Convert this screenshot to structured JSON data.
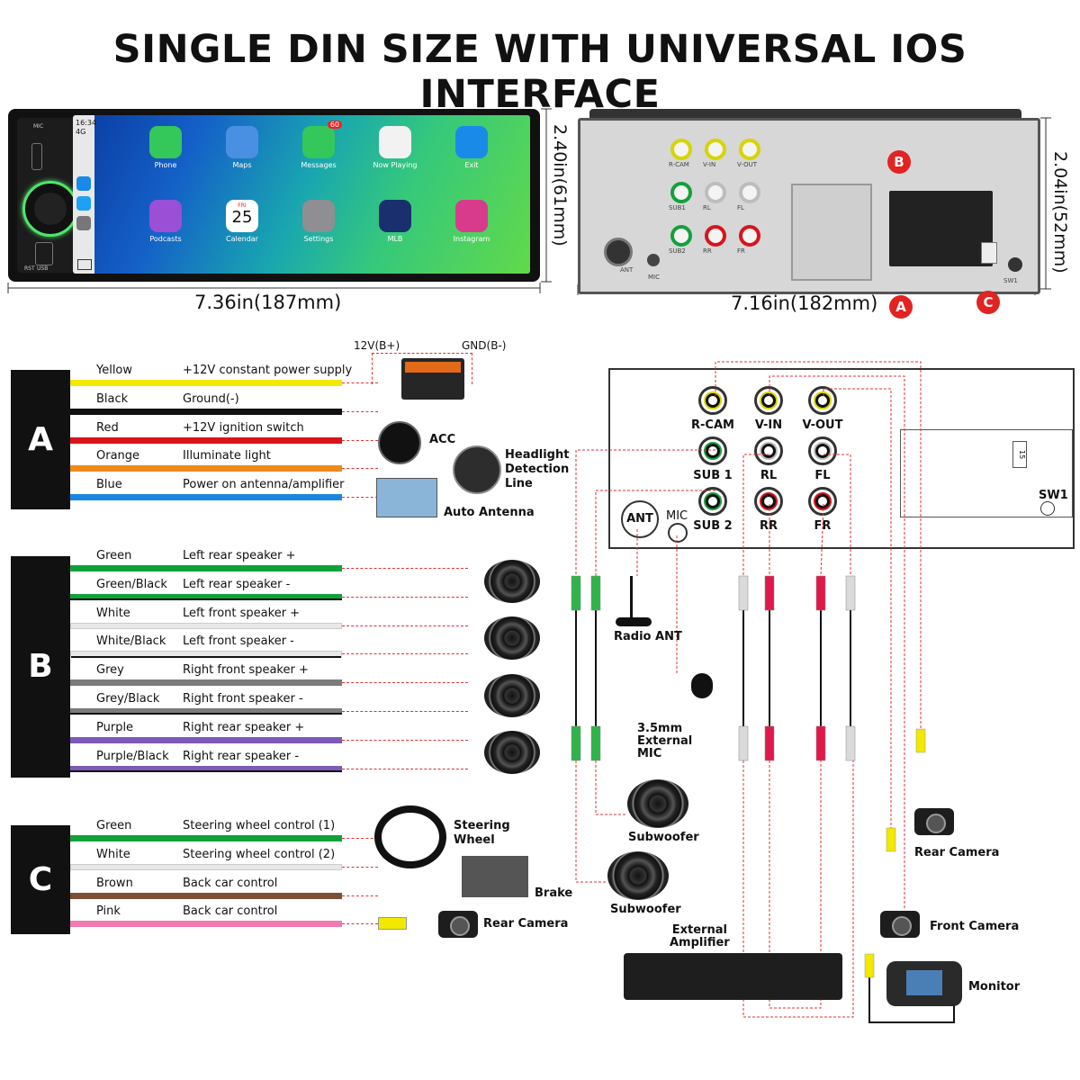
{
  "title": "SINGLE DIN SIZE WITH UNIVERSAL IOS INTERFACE",
  "front": {
    "width": "7.36in(187mm)",
    "height": "2.40in(61mm)",
    "time": "16:34",
    "signal": "4G",
    "apps": [
      "Phone",
      "Maps",
      "Messages",
      "Now Playing",
      "Exit",
      "Podcasts",
      "Calendar",
      "Settings",
      "MLB",
      "Instagram"
    ],
    "messages_badge": "60",
    "calendar_day": "FRI",
    "calendar_date": "25",
    "mic_label": "MIC",
    "rst_label": "RST",
    "usb_label": "USB"
  },
  "back": {
    "width": "7.16in(182mm)",
    "height": "2.04in(52mm)",
    "markers": [
      "A",
      "B",
      "C"
    ],
    "labels": [
      "R-CAM",
      "V-IN",
      "V-OUT",
      "SUB1",
      "RL",
      "FL",
      "SUB2",
      "RR",
      "FR",
      "ANT",
      "MIC",
      "SW1"
    ]
  },
  "battery": {
    "plus": "12V(B+)",
    "minus": "GND(B-)"
  },
  "groups": [
    {
      "id": "A",
      "wires": [
        {
          "color": "Yellow",
          "desc": "+12V constant power supply",
          "hex": "#f2e800"
        },
        {
          "color": "Black",
          "desc": "Ground(-)",
          "hex": "#111111"
        },
        {
          "color": "Red",
          "desc": "+12V ignition switch",
          "hex": "#d8141b"
        },
        {
          "color": "Orange",
          "desc": "Illuminate light",
          "hex": "#ee8a1a"
        },
        {
          "color": "Blue",
          "desc": "Power on antenna/amplifier",
          "hex": "#1a86e3"
        }
      ]
    },
    {
      "id": "B",
      "wires": [
        {
          "color": "Green",
          "desc": "Left rear speaker +",
          "hex": "#11a13a"
        },
        {
          "color": "Green/Black",
          "desc": "Left rear speaker -",
          "hex": "#11a13a"
        },
        {
          "color": "White",
          "desc": "Left front speaker +",
          "hex": "#e8e8e8"
        },
        {
          "color": "White/Black",
          "desc": "Left front speaker -",
          "hex": "#e8e8e8"
        },
        {
          "color": "Grey",
          "desc": "Right front speaker +",
          "hex": "#7b7b7b"
        },
        {
          "color": "Grey/Black",
          "desc": "Right front speaker -",
          "hex": "#7b7b7b"
        },
        {
          "color": "Purple",
          "desc": "Right rear speaker +",
          "hex": "#7d5ab8"
        },
        {
          "color": "Purple/Black",
          "desc": "Right rear speaker -",
          "hex": "#7d5ab8"
        }
      ]
    },
    {
      "id": "C",
      "wires": [
        {
          "color": "Green",
          "desc": "Steering wheel control (1)",
          "hex": "#11a13a"
        },
        {
          "color": "White",
          "desc": "Steering wheel control (2)",
          "hex": "#e8e8e8"
        },
        {
          "color": "Brown",
          "desc": "Back car control",
          "hex": "#7b5035"
        },
        {
          "color": "Pink",
          "desc": "Back car control",
          "hex": "#ee7cb3"
        }
      ]
    }
  ],
  "accessories": {
    "acc": "ACC",
    "headlight": "Headlight\nDetection\nLine",
    "auto_antenna": "Auto Antenna",
    "steering": "Steering\nWheel",
    "brake": "Brake",
    "rear_camera_left": "Rear Camera"
  },
  "interface": {
    "jacks": [
      {
        "label": "R-CAM",
        "ring": "#d8d400"
      },
      {
        "label": "V-IN",
        "ring": "#d8d400"
      },
      {
        "label": "V-OUT",
        "ring": "#d8d400"
      },
      {
        "label": "SUB 1",
        "ring": "#13a13a"
      },
      {
        "label": "RL",
        "ring": "#bdbdbd"
      },
      {
        "label": "FL",
        "ring": "#bdbdbd"
      },
      {
        "label": "SUB 2",
        "ring": "#13a13a"
      },
      {
        "label": "RR",
        "ring": "#d8141b"
      },
      {
        "label": "FR",
        "ring": "#d8141b"
      }
    ],
    "ant": "ANT",
    "mic": "MIC",
    "sw1": "SW1",
    "connector_num": "15"
  },
  "devices": {
    "radio_ant": "Radio ANT",
    "ext_mic": "3.5mm\nExternal\nMIC",
    "subwoofer1": "Subwoofer",
    "subwoofer2": "Subwoofer",
    "rear_camera": "Rear Camera",
    "front_camera": "Front Camera",
    "monitor": "Monitor",
    "amplifier": "External\nAmplifier"
  }
}
